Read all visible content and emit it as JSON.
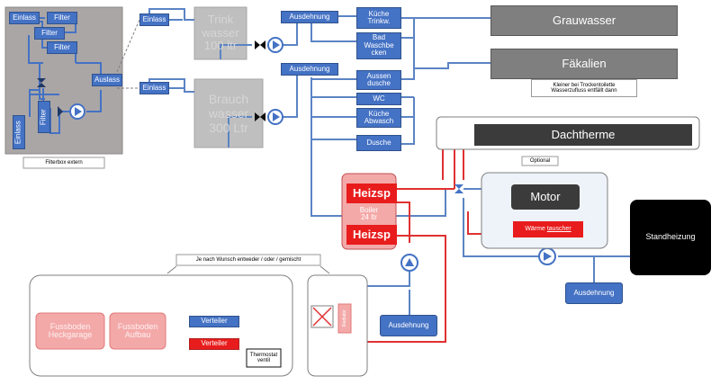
{
  "filterbox": {
    "einlass_top": "Einlass",
    "filter1": "Filter",
    "filter2": "Filter",
    "filter3": "Filter",
    "auslass": "Auslass",
    "einlass_vertical": "Einlass",
    "filter_vertical": "Filter",
    "caption": "Filterbox extern"
  },
  "trinkwasser": {
    "einlass": "Einlass",
    "tank": "Trink\nwasser\n100 ltr",
    "ausdehnung": "Ausdehnung"
  },
  "brauchwasser": {
    "einlass": "Einlass",
    "tank": "Brauch\nwasser\n300 Ltr",
    "ausdehnung": "Ausdehnung"
  },
  "consumers": {
    "kueche_trinkw": "Küche\nTrinkw.",
    "bad_waschbecken": "Bad\nWaschbe\ncken",
    "aussendusche": "Aussen\ndusche",
    "wc": "WC",
    "kueche_abwasch": "Küche\nAbwasch",
    "dusche": "Dusche"
  },
  "wastewater": {
    "grauwasser": "Grauwasser",
    "faekalien": "Fäkalien",
    "faekalien_note": "Kleiner bei Trockentoilette\nWasserzufluss entfällt dann"
  },
  "heating": {
    "dachtherme": "Dachtherme",
    "optional": "Optional",
    "heizsp_top": "Heizsp",
    "boiler": "Boiler\n24 ltr",
    "heizsp_bottom": "Heizsp",
    "motor": "Motor",
    "waermetauscher_prefix": "Wärme ",
    "waermetauscher_suffix": "tauscher",
    "standheizung": "Standheizung",
    "ausdehnung_heating": "Ausdehnung",
    "ausdehnung_lower": "Ausdehnung"
  },
  "floor": {
    "note": "Je nach Wunsch entweder / oder / gemischt",
    "fussboden_heckgarage": "Fussboden\nHeckgarage",
    "fussboden_aufbau": "Fussboden\nAufbau",
    "verteiler_top": "Verteiler",
    "verteiler_bottom": "Verteiler",
    "thermostat": "Thermostat\nventil",
    "radiator_label": "Radiator"
  },
  "colors": {
    "blue_box": "#4472c4",
    "pipe_blue": "#5b84c4",
    "pipe_red": "#e03131",
    "heizsp_red": "#e81c1c",
    "grey_box": "#7f7f7f",
    "dachtherme_bg": "#3b3b3b",
    "filterbox_bg": "#aaa6a6",
    "standheizung_bg": "#000000"
  }
}
